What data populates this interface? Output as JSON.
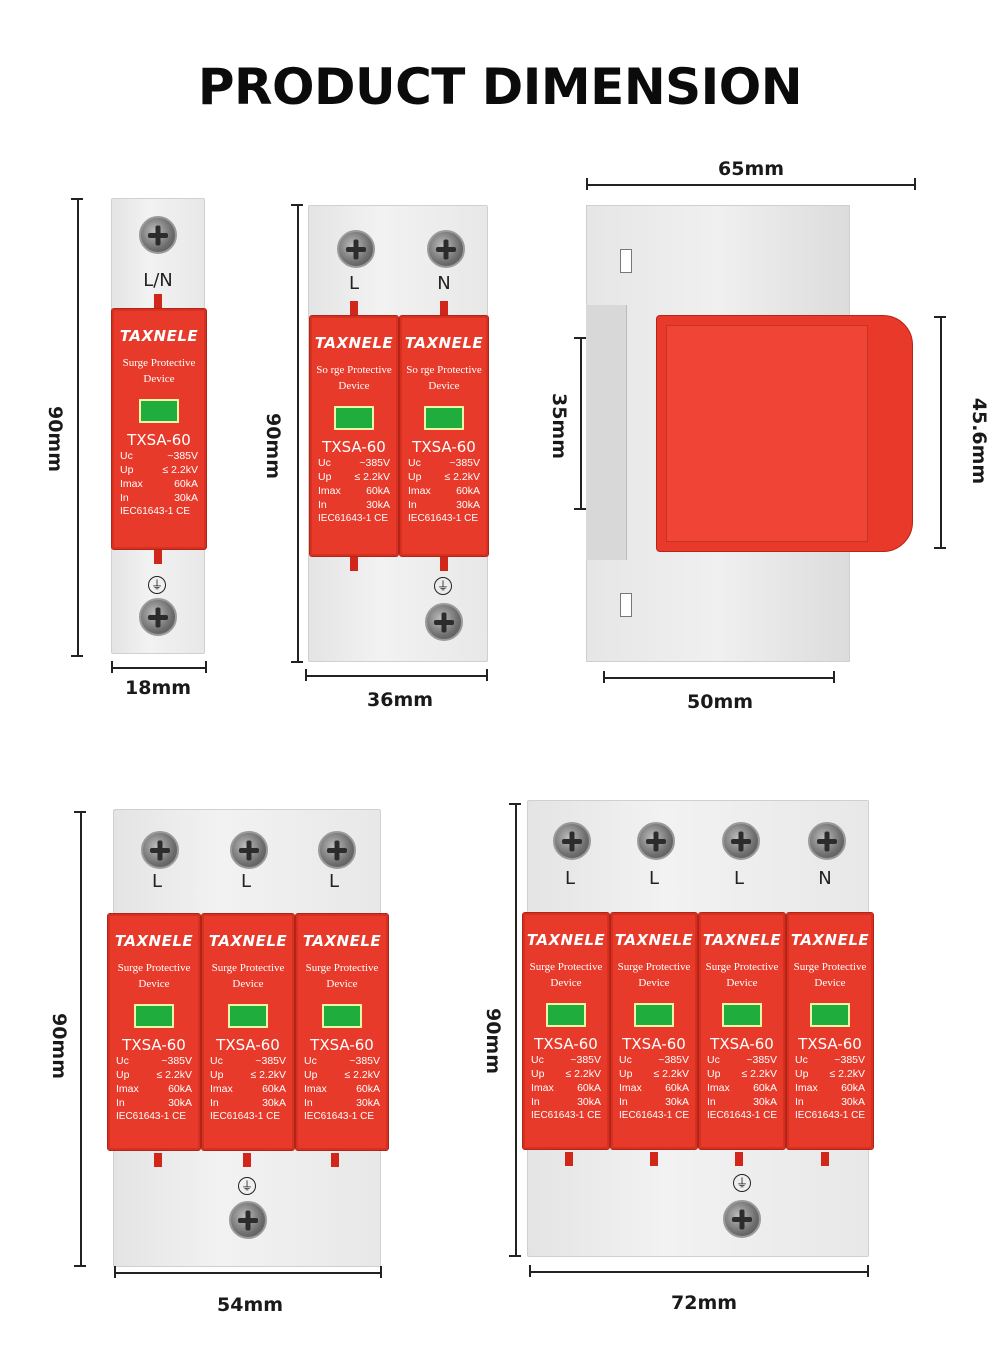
{
  "title": "PRODUCT DIMENSION",
  "dimensions": {
    "d1p_height": "90mm",
    "d1p_width": "18mm",
    "d2p_height": "90mm",
    "d2p_width": "36mm",
    "side_depth": "65mm",
    "side_base": "50mm",
    "side_inner": "35mm",
    "side_front": "45.6mm",
    "d3p_height": "90mm",
    "d3p_width": "54mm",
    "d4p_height": "90mm",
    "d4p_width": "72mm"
  },
  "module": {
    "brand": "TAXNELE",
    "desc_line1": "Surge Protective",
    "desc_line2": "Device",
    "desc_line1_alt": "So rge Protective",
    "model": "TXSA-60",
    "uc_label": "Uc",
    "uc_value": "~385V",
    "up_label": "Up",
    "up_value": "≤ 2.2kV",
    "imax_label": "Imax",
    "imax_value": "60kA",
    "in_label": "In",
    "in_value": "30kA",
    "cert": "IEC61643-1 CE"
  },
  "terminals": {
    "d1p": [
      "L/N"
    ],
    "d2p": [
      "L",
      "N"
    ],
    "d3p": [
      "L",
      "L",
      "L"
    ],
    "d4p": [
      "L",
      "L",
      "L",
      "N"
    ]
  },
  "ground_symbol": "⏚",
  "colors": {
    "module_red": "#e83a2a",
    "indicator_green": "#1fae3e",
    "housing_grey": "#ececec"
  }
}
